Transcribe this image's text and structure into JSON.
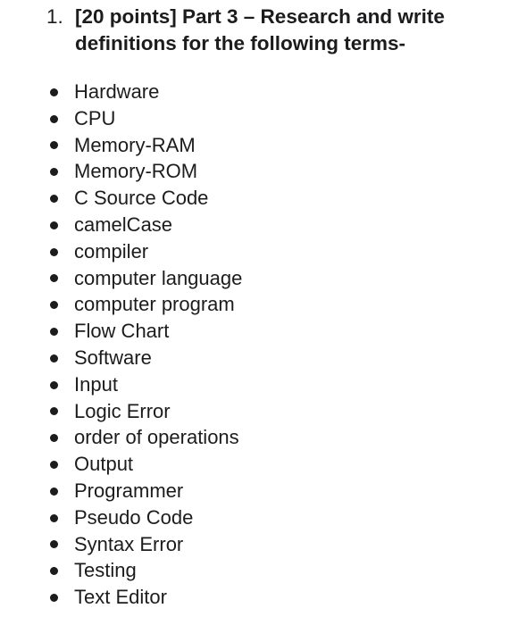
{
  "question": {
    "number": "1.",
    "text": "[20 points] Part 3 – Research and write definitions for the following terms-"
  },
  "terms": [
    "Hardware",
    "CPU",
    "Memory-RAM",
    "Memory-ROM",
    "C Source Code",
    "camelCase",
    "compiler",
    "computer language",
    "computer program",
    "Flow Chart",
    "Software",
    "Input",
    "Logic Error",
    "order of operations",
    "Output",
    "Programmer",
    "Pseudo Code",
    "Syntax Error",
    "Testing",
    "Text Editor"
  ]
}
